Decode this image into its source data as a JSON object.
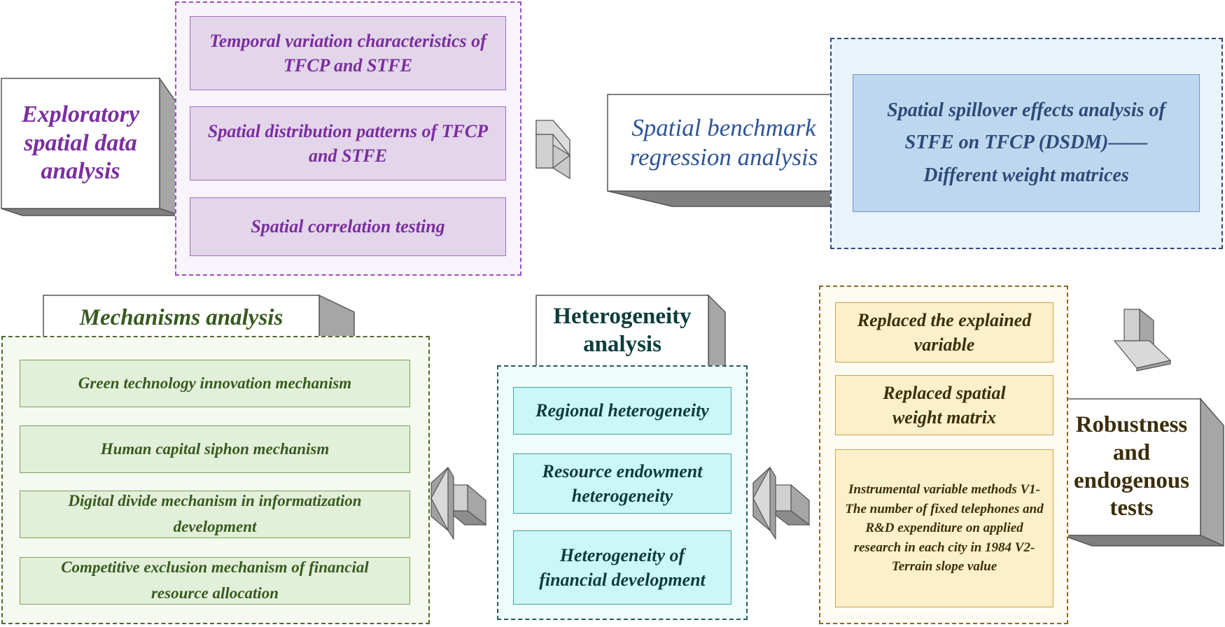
{
  "eda": {
    "title": "Exploratory spatial data analysis",
    "items": [
      "Temporal variation characteristics of TFCP and STFE",
      "Spatial distribution patterns of TFCP and STFE",
      "Spatial correlation testing"
    ]
  },
  "benchmark": {
    "title": "Spatial benchmark regression analysis",
    "item": "Spatial spillover effects analysis of STFE on TFCP (DSDM)—— Different weight matrices"
  },
  "robustness": {
    "title": "Robustness and endogenous tests",
    "items": [
      "Replaced the explained variable",
      "Replaced spatial weight matrix",
      "Instrumental variable methods V1-The number of fixed telephones and R&D expenditure on applied research in each city in 1984 V2-  Terrain slope value"
    ]
  },
  "heterogeneity": {
    "title": "Heterogeneity analysis",
    "items": [
      "Regional heterogeneity",
      "Resource endowment heterogeneity",
      "Heterogeneity of financial development"
    ]
  },
  "mechanisms": {
    "title": "Mechanisms analysis",
    "items": [
      "Green technology innovation mechanism",
      "Human capital siphon mechanism",
      "Digital divide mechanism in informatization development",
      "Competitive exclusion mechanism of financial resource allocation"
    ]
  },
  "colors": {
    "purple": "#7b2e9e",
    "blue": "#2e5496",
    "olive": "#3c2e0a",
    "teal": "#0c3d3d",
    "green": "#375a1e"
  }
}
